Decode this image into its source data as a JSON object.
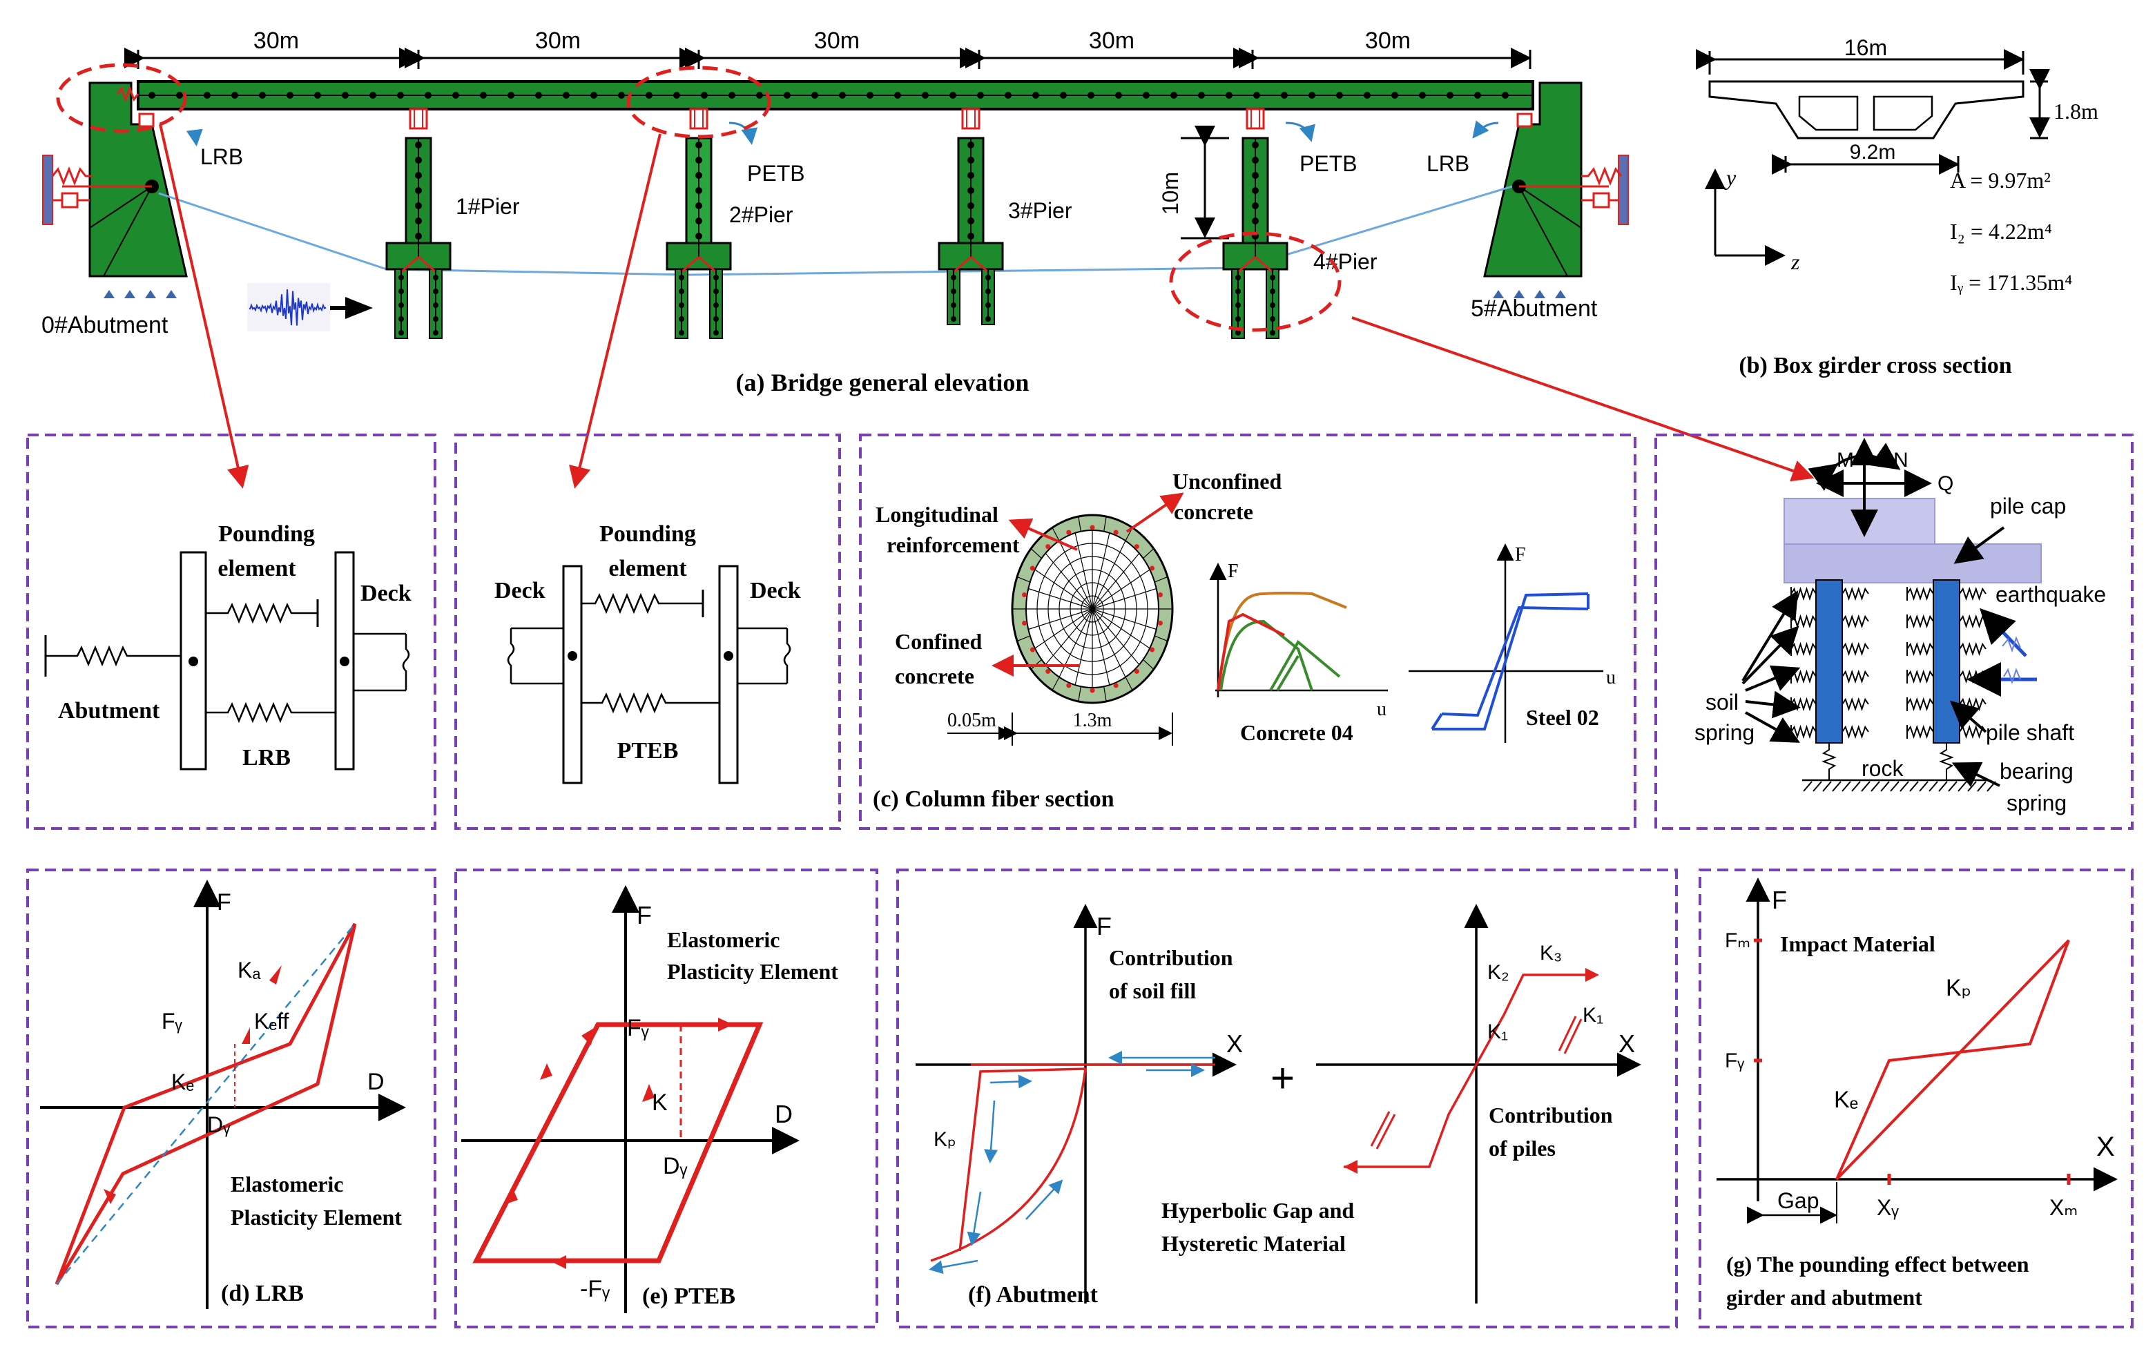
{
  "colors": {
    "deck_green": "#1e8a2e",
    "pier_green": "#2aa43c",
    "outline": "#000000",
    "red": "#e0201e",
    "dashed_purple": "#7b3fb5",
    "blue": "#1f4fd6",
    "light_blue": "#2f86c6",
    "pile_cap": "#b9b9e6",
    "pile_blue": "#2b6cc4"
  },
  "panel_a": {
    "spans": [
      "30m",
      "30m",
      "30m",
      "30m",
      "30m"
    ],
    "labels": {
      "lrb_left": "LRB",
      "petb_mid": "PETB",
      "petb_right": "PETB",
      "lrb_right": "LRB",
      "pier1": "1#Pier",
      "pier2": "2#Pier",
      "pier3": "3#Pier",
      "pier4": "4#Pier",
      "abut0": "0#Abutment",
      "abut5": "5#Abutment",
      "height": "10m"
    },
    "caption": "(a) Bridge general elevation"
  },
  "panel_b": {
    "width": "16m",
    "height": "1.8m",
    "bottom": "9.2m",
    "axis_y": "y",
    "axis_z": "z",
    "props": [
      "A = 9.97m²",
      "I₂ = 4.22m⁴",
      "Iᵧ = 171.35m⁴"
    ],
    "caption": "(b) Box girder cross section"
  },
  "panel_lrb_model": {
    "pounding_l1": "Pounding",
    "pounding_l2": "element",
    "deck": "Deck",
    "abutment": "Abutment",
    "lrb": "LRB"
  },
  "panel_ptb_model": {
    "pounding_l1": "Pounding",
    "pounding_l2": "element",
    "deck_left": "Deck",
    "deck_right": "Deck",
    "ptb": "PTEB"
  },
  "panel_c": {
    "long_l1": "Longitudinal",
    "long_l2": "reinforcement",
    "unconf_l1": "Unconfined",
    "unconf_l2": "concrete",
    "conf_l1": "Confined",
    "conf_l2": "concrete",
    "cover": "0.05m",
    "diameter": "1.3m",
    "f_label": "F",
    "u_label": "u",
    "concrete": "Concrete 04",
    "steel": "Steel 02",
    "caption": "(c) Column fiber section"
  },
  "panel_pile": {
    "M": "M",
    "N": "N",
    "Q": "Q",
    "pile_cap": "pile cap",
    "earthquake": "earthquake",
    "soil_l1": "soil",
    "soil_l2": "spring",
    "pile_shaft": "pile shaft",
    "rock": "rock",
    "bearing_l1": "bearing",
    "bearing_l2": "spring"
  },
  "panel_d": {
    "F": "F",
    "D": "D",
    "Kd": "Kₐ",
    "Keff": "Kₑff",
    "Fy": "Fᵧ",
    "Ke": "Kₑ",
    "Dy": "Dᵧ",
    "elast_l1": "Elastomeric",
    "elast_l2": "Plasticity Element",
    "caption": "(d) LRB"
  },
  "panel_e": {
    "F": "F",
    "D": "D",
    "elast_l1": "Elastomeric",
    "elast_l2": "Plasticity Element",
    "Fy": "Fᵧ",
    "K": "K",
    "Dy": "Dᵧ",
    "negFy": "-Fᵧ",
    "caption": "(e) PTEB"
  },
  "panel_f": {
    "F": "F",
    "X1": "X",
    "X2": "X",
    "soil_l1": "Contribution",
    "soil_l2": "of soil fill",
    "Kp": "Kₚ",
    "plus": "+",
    "K1a": "K₁",
    "K1b": "K₁",
    "K2": "K₂",
    "K3": "K₃",
    "piles_l1": "Contribution",
    "piles_l2": "of piles",
    "hyp_l1": "Hyperbolic Gap and",
    "hyp_l2": "Hysteretic Material",
    "caption": "(f) Abutment"
  },
  "panel_g": {
    "F": "F",
    "Fm": "Fₘ",
    "Fy": "Fᵧ",
    "impact": "Impact Material",
    "Kp": "Kₚ",
    "Ke": "Kₑ",
    "X": "X",
    "gap": "Gap",
    "Xy": "Xᵧ",
    "Xm": "Xₘ",
    "caption_l1": "(g) The pounding effect between",
    "caption_l2": "girder and abutment"
  }
}
